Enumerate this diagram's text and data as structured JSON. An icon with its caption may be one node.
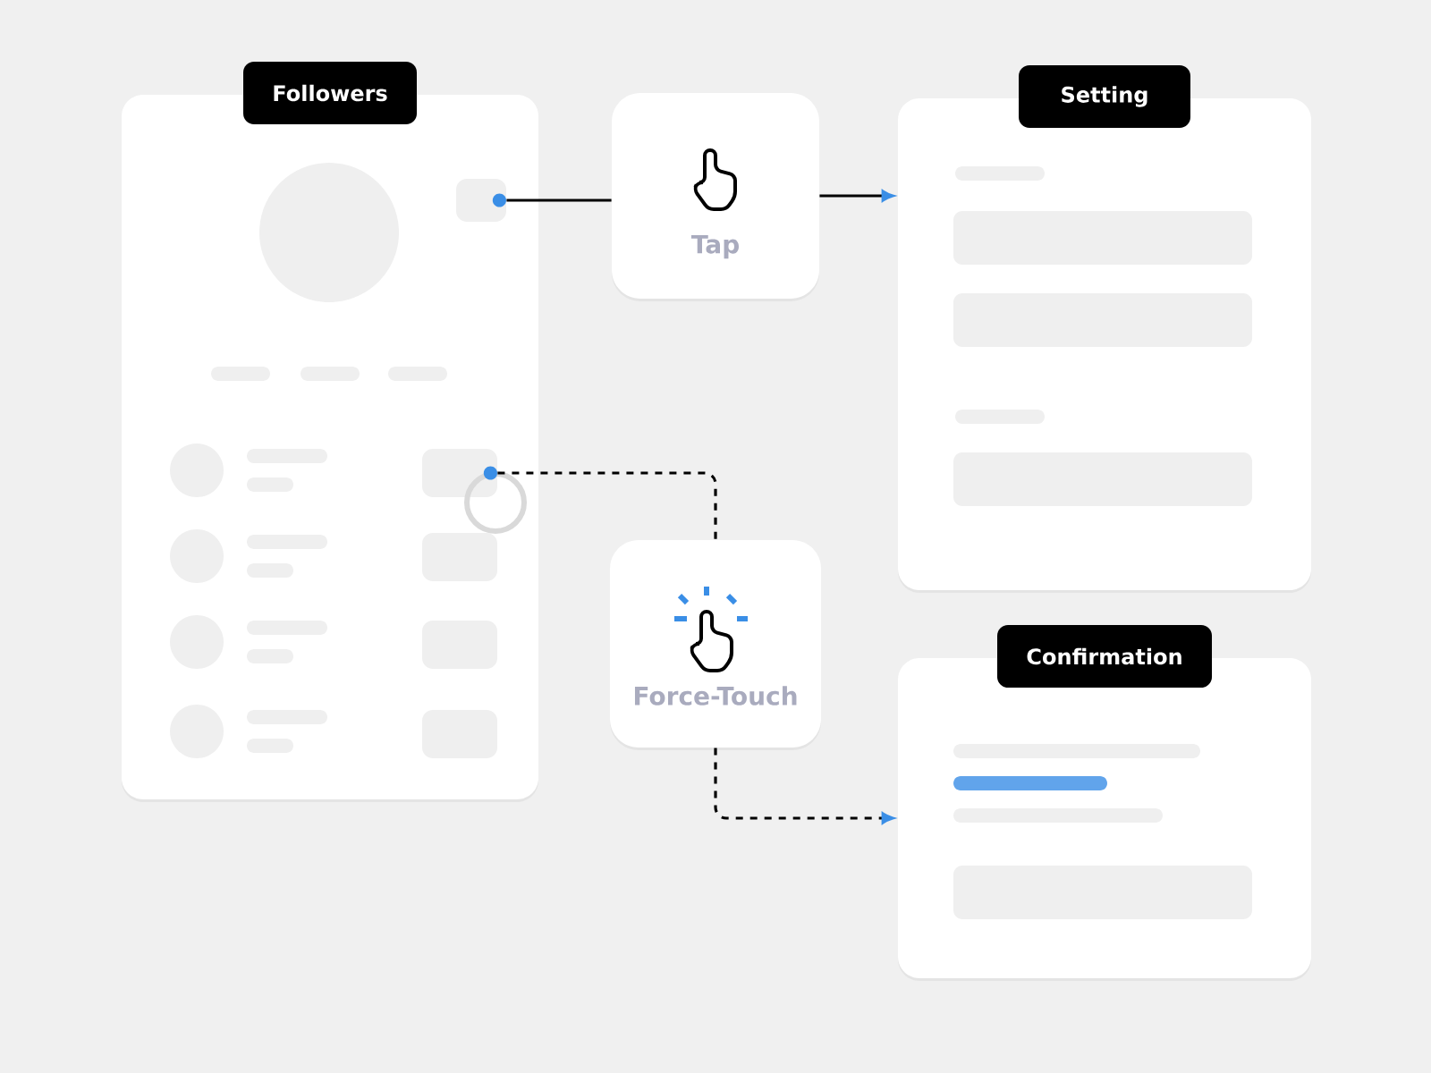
{
  "diagram": {
    "nodes": [
      {
        "text": [
          "Followers"
        ]
      },
      {
        "text": [],
        "shape": "box",
        "in": 0
      },
      {
        "text": [],
        "shape": "box",
        "in": 0
      },
      {
        "text": [],
        "shape": "box",
        "in": 0
      },
      {
        "text": [],
        "shape": "box",
        "in": 0
      },
      {
        "text": [],
        "shape": "box",
        "in": 0
      },
      {
        "text": [
          "Tap"
        ]
      },
      {
        "text": [
          "Setting"
        ]
      },
      {
        "text": [
          "Force-Touch"
        ]
      },
      {
        "text": [
          "Confirmation"
        ]
      }
    ],
    "edges": [
      {
        "from": 1,
        "to": 6,
        "arrow": "other"
      },
      {
        "from": 6,
        "to": 7,
        "arrow": "to"
      },
      {
        "from": 2,
        "to": 8,
        "arrow": "other",
        "style": "dashed"
      },
      {
        "from": 8,
        "to": 9,
        "arrow": "to",
        "style": "dashed"
      }
    ]
  }
}
